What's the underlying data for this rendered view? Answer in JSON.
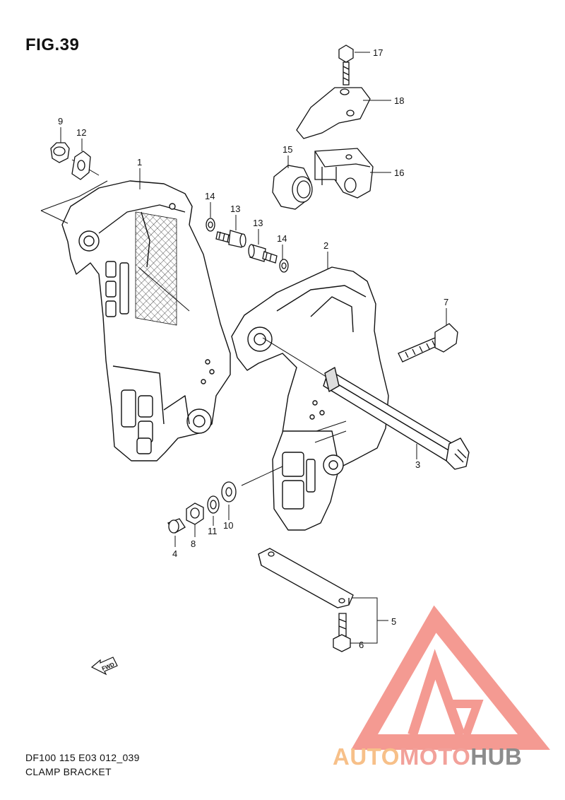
{
  "figure": {
    "title": "FIG.39",
    "code": "DF100 115 E03 012_039",
    "name": "CLAMP BRACKET"
  },
  "callouts": [
    "1",
    "2",
    "3",
    "4",
    "5",
    "6",
    "7",
    "8",
    "9",
    "10",
    "11",
    "12",
    "13",
    "13",
    "14",
    "14",
    "15",
    "16",
    "17",
    "18"
  ],
  "fwd_label": "FWD",
  "watermark": {
    "part1": "AUTO",
    "part2": "MOTO",
    "part3": "HUB",
    "colors": {
      "part1": "#f7c089",
      "part2": "#f2a19a",
      "part3": "#8c8c8c",
      "logo": "#f49a92"
    }
  }
}
